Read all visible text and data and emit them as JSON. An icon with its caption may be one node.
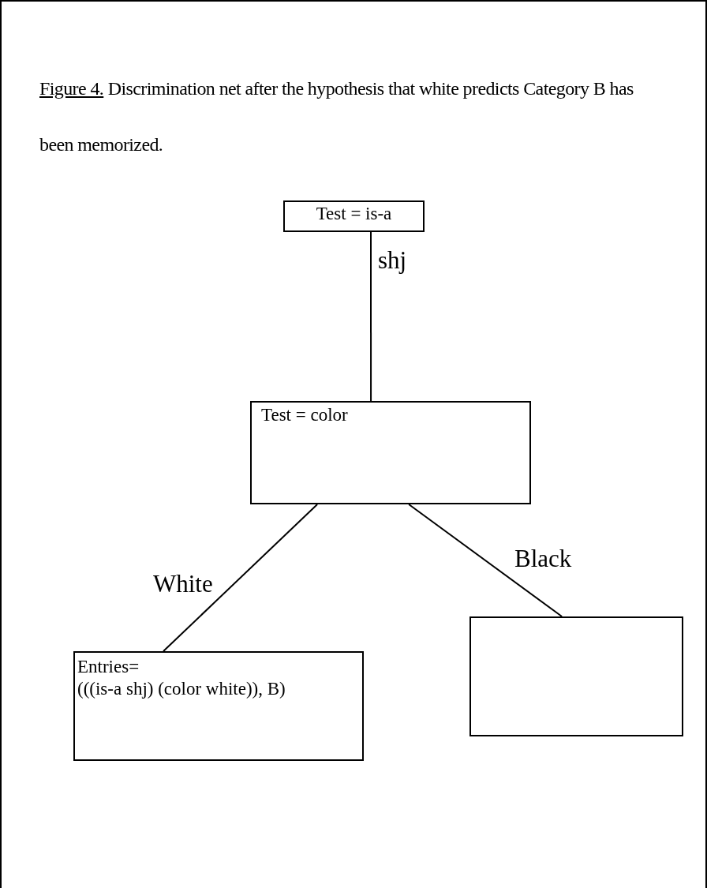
{
  "diagram": {
    "title": "Figure 4.",
    "caption": "Discrimination net after the hypothesis that white predicts Category B has been memorized.",
    "nodes": [
      {
        "text": [
          "Test = is-a"
        ]
      },
      {
        "text": [
          "Test = color"
        ]
      },
      {
        "text": [
          "Entries=",
          "(((is-a shj) (color white)), B)"
        ]
      },
      {
        "text": [],
        "shape": "box"
      }
    ],
    "edges": [
      {
        "from": 0,
        "to": 1,
        "arrow": "none",
        "label": "shj"
      },
      {
        "from": 1,
        "to": 2,
        "arrow": "none",
        "label": "White"
      },
      {
        "from": 1,
        "to": 3,
        "arrow": "none",
        "label": "Black"
      }
    ]
  }
}
